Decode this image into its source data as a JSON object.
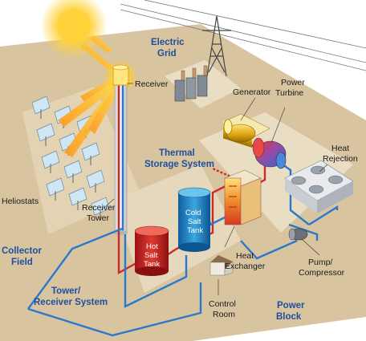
{
  "labels": {
    "receiver": "Receiver",
    "electric_grid_1": "Electric",
    "electric_grid_2": "Grid",
    "generator": "Generator",
    "power_turbine_1": "Power",
    "power_turbine_2": "Turbine",
    "heat_rejection_1": "Heat",
    "heat_rejection_2": "Rejection",
    "thermal_storage_1": "Thermal",
    "thermal_storage_2": "Storage System",
    "heliostats": "Heliostats",
    "receiver_tower_1": "Receiver",
    "receiver_tower_2": "Tower",
    "cold_salt_1": "Cold",
    "cold_salt_2": "Salt",
    "cold_salt_3": "Tank",
    "hot_salt_1": "Hot",
    "hot_salt_2": "Salt",
    "hot_salt_3": "Tank",
    "collector_field_1": "Collector",
    "collector_field_2": "Field",
    "heat_exchanger_1": "Heat",
    "heat_exchanger_2": "Exchanger",
    "pump_compressor_1": "Pump/",
    "pump_compressor_2": "Compressor",
    "tower_receiver_1": "Tower/",
    "tower_receiver_2": "Receiver System",
    "control_room_1": "Control",
    "control_room_2": "Room",
    "power_block_1": "Power",
    "power_block_2": "Block"
  },
  "colors": {
    "ground": "#d9c4a0",
    "pad": "#e9ddc4",
    "hot_line": "#cc2a2a",
    "cold_line": "#2a78cc",
    "label_blue": "#1e4e9c",
    "sun": "#ffcf2e"
  }
}
